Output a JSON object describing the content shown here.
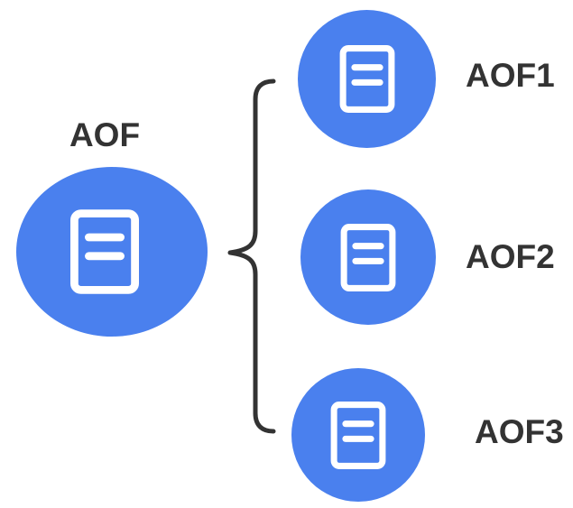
{
  "diagram": {
    "source": {
      "label": "AOF",
      "icon": "document-icon"
    },
    "children": [
      {
        "label": "AOF1",
        "icon": "document-icon"
      },
      {
        "label": "AOF2",
        "icon": "document-icon"
      },
      {
        "label": "AOF3",
        "icon": "document-icon"
      }
    ],
    "connector": {
      "type": "curly-brace",
      "opening": "left"
    },
    "colors": {
      "node_fill": "#4a80ee",
      "icon_stroke": "#ffffff",
      "label_color": "#333333",
      "brace_color": "#333333",
      "background": "#ffffff"
    }
  }
}
